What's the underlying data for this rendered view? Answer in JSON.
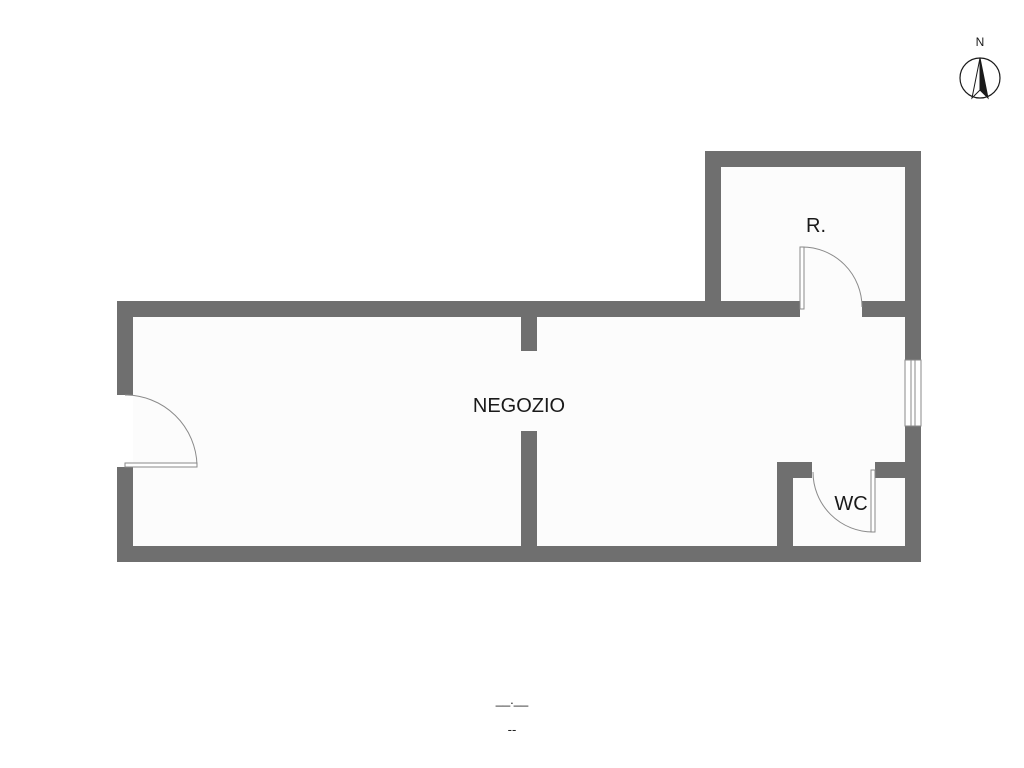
{
  "plan": {
    "compass_label": "N",
    "rooms": {
      "negozio": "NEGOZIO",
      "ripostiglio": "R.",
      "wc": "WC"
    },
    "footer": {
      "line1": "__.__",
      "line2": "--"
    }
  },
  "colors": {
    "wall": "#6f6f6f",
    "floor": "#fcfcfc",
    "door": "#8a8a8a",
    "label": "#1a1a1a"
  },
  "icons": {
    "compass": "north-arrow-icon"
  }
}
